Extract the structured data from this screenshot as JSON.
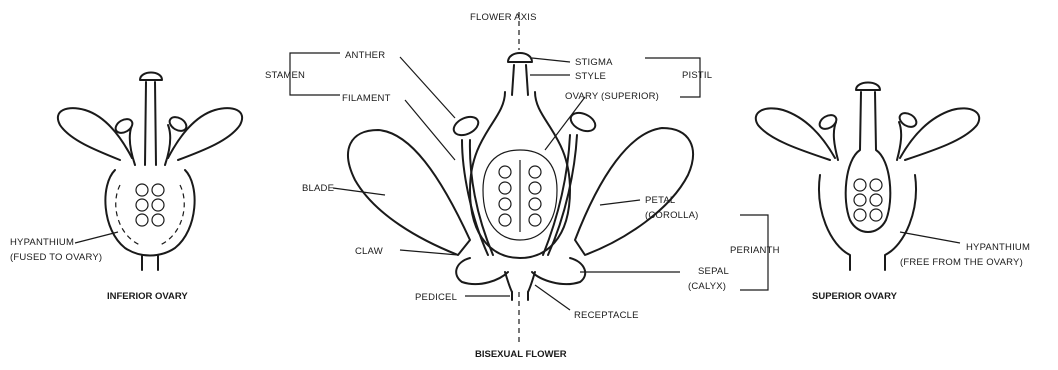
{
  "labels": {
    "flower_axis": "FLOWER AXIS",
    "anther": "ANTHER",
    "stigma": "STIGMA",
    "stamen": "STAMEN",
    "style": "STYLE",
    "pistil": "PISTIL",
    "filament": "FILAMENT",
    "ovary_superior": "OVARY (SUPERIOR)",
    "blade": "BLADE",
    "petal": "PETAL",
    "corolla": "(COROLLA)",
    "perianth": "PERIANTH",
    "claw": "CLAW",
    "sepal": "SEPAL",
    "calyx": "(CALYX)",
    "pedicel": "PEDICEL",
    "receptacle": "RECEPTACLE",
    "hypanthium_left": "HYPANTHIUM",
    "hypanthium_left_note": "(FUSED TO OVARY)",
    "hypanthium_right": "HYPANTHIUM",
    "hypanthium_right_note": "(FREE FROM THE OVARY)"
  },
  "captions": {
    "inferior": "INFERIOR OVARY",
    "bisexual": "BISEXUAL FLOWER",
    "superior": "SUPERIOR OVARY"
  }
}
